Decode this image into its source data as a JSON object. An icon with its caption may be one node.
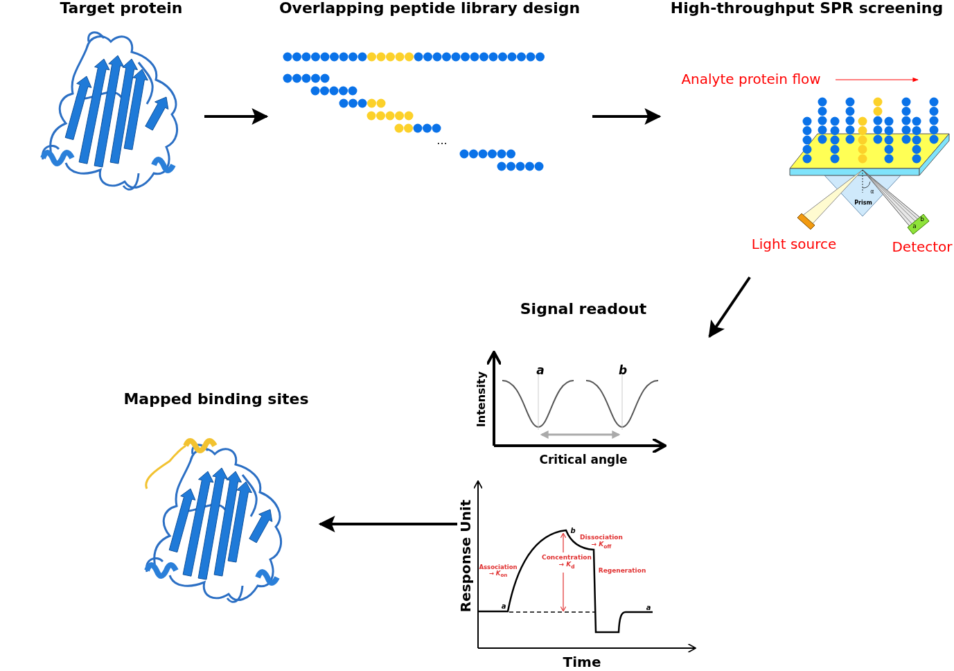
{
  "diagram": {
    "nodes": [
      {
        "text": [
          "Target protein"
        ]
      },
      {
        "text": [
          "Overlapping peptide library design"
        ]
      },
      {
        "text": [
          "High-throughput SPR screening"
        ]
      },
      {
        "text": [
          "Signal readout"
        ]
      },
      {
        "text": [
          "Mapped binding sites"
        ]
      }
    ],
    "edges": [
      {
        "from": 0,
        "to": 1,
        "arrow": "to"
      },
      {
        "from": 1,
        "to": 2,
        "arrow": "to"
      },
      {
        "from": 2,
        "to": 3,
        "arrow": "to"
      },
      {
        "from": 3,
        "to": 4,
        "arrow": "to"
      }
    ],
    "labels": [
      "...",
      "Analyte protein flow",
      "α",
      "Prism",
      "b",
      "a",
      "Light source",
      "Detector",
      "a",
      "b",
      "Intensity",
      "Critical angle",
      "Response Unit",
      "b",
      "Dissociation → *K*$_{off}$",
      "Concentration → *K*$_{d}$",
      "Association → *K*$_{on}$",
      "Regeneration",
      "a",
      "a",
      "Time"
    ]
  }
}
